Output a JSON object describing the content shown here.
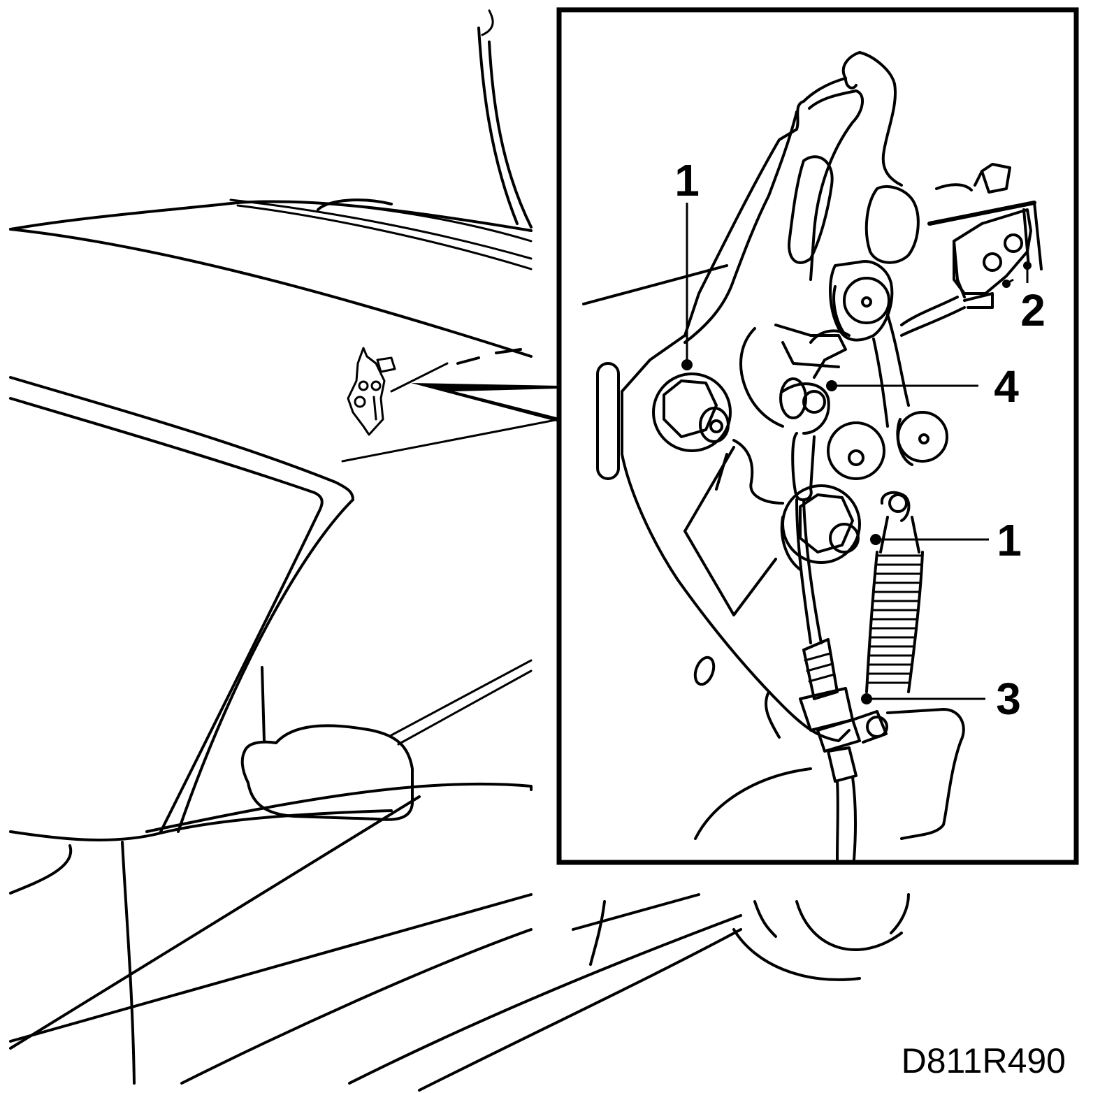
{
  "callouts": {
    "nut_top": "1",
    "bracket": "2",
    "cable_clip": "3",
    "cable_eye": "4",
    "spring": "1"
  },
  "figure_id": "D811R490"
}
